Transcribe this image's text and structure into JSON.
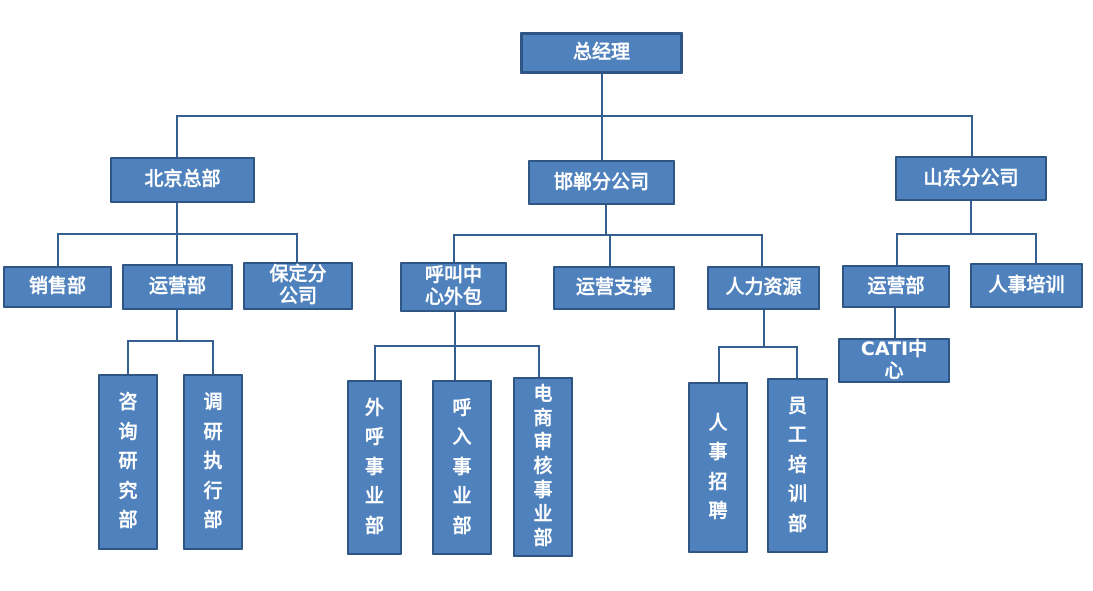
{
  "colors": {
    "node_fill": "#4f81bd",
    "node_border": "#2e5584",
    "connector": "#365f91",
    "node_text": "#ffffff",
    "background": "#ffffff"
  },
  "org": {
    "label": "总经理",
    "children": [
      {
        "label": "北京总部",
        "children": [
          {
            "label": "销售部"
          },
          {
            "label": "运营部",
            "children": [
              {
                "label": "咨询研究部"
              },
              {
                "label": "调研执行部"
              }
            ]
          },
          {
            "label": "保定分公司"
          }
        ]
      },
      {
        "label": "邯郸分公司",
        "children": [
          {
            "label": "呼叫中心外包",
            "children": [
              {
                "label": "外呼事业部"
              },
              {
                "label": "呼入事业部"
              },
              {
                "label": "电商审核事业部"
              }
            ]
          },
          {
            "label": "运营支撑"
          },
          {
            "label": "人力资源",
            "children": [
              {
                "label": "人事招聘"
              },
              {
                "label": "员工培训部"
              }
            ]
          }
        ]
      },
      {
        "label": "山东分公司",
        "children": [
          {
            "label": "运营部",
            "children": [
              {
                "label": "CATI中心"
              }
            ]
          },
          {
            "label": "人事培训"
          }
        ]
      }
    ]
  }
}
